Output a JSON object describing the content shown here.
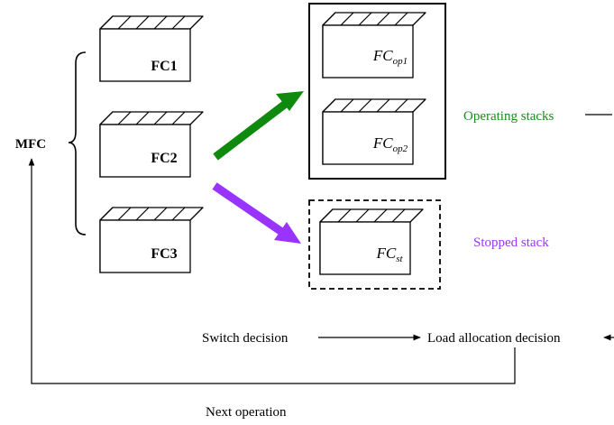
{
  "title": "",
  "mfc_label": "MFC",
  "stacks": {
    "fc1": "FC1",
    "fc2": "FC2",
    "fc3": "FC3",
    "op1": {
      "base": "FC",
      "sub": "op1"
    },
    "op2": {
      "base": "FC",
      "sub": "op2"
    },
    "st": {
      "base": "FC",
      "sub": "st"
    }
  },
  "groups": {
    "operating_label": "Operating stacks",
    "stopped_label": "Stopped stack"
  },
  "flow": {
    "switch_label": "Switch decision",
    "load_label": "Load allocation decision",
    "next_label": "Next operation"
  },
  "colors": {
    "operating_text": "#1a8a1a",
    "operating_arrow": "#0f8a0f",
    "stopped_text": "#9933ff",
    "stopped_arrow": "#9933ff",
    "cube_front": "#ffffff",
    "cube_side": "#d9d9d9",
    "stroke": "#000000"
  }
}
